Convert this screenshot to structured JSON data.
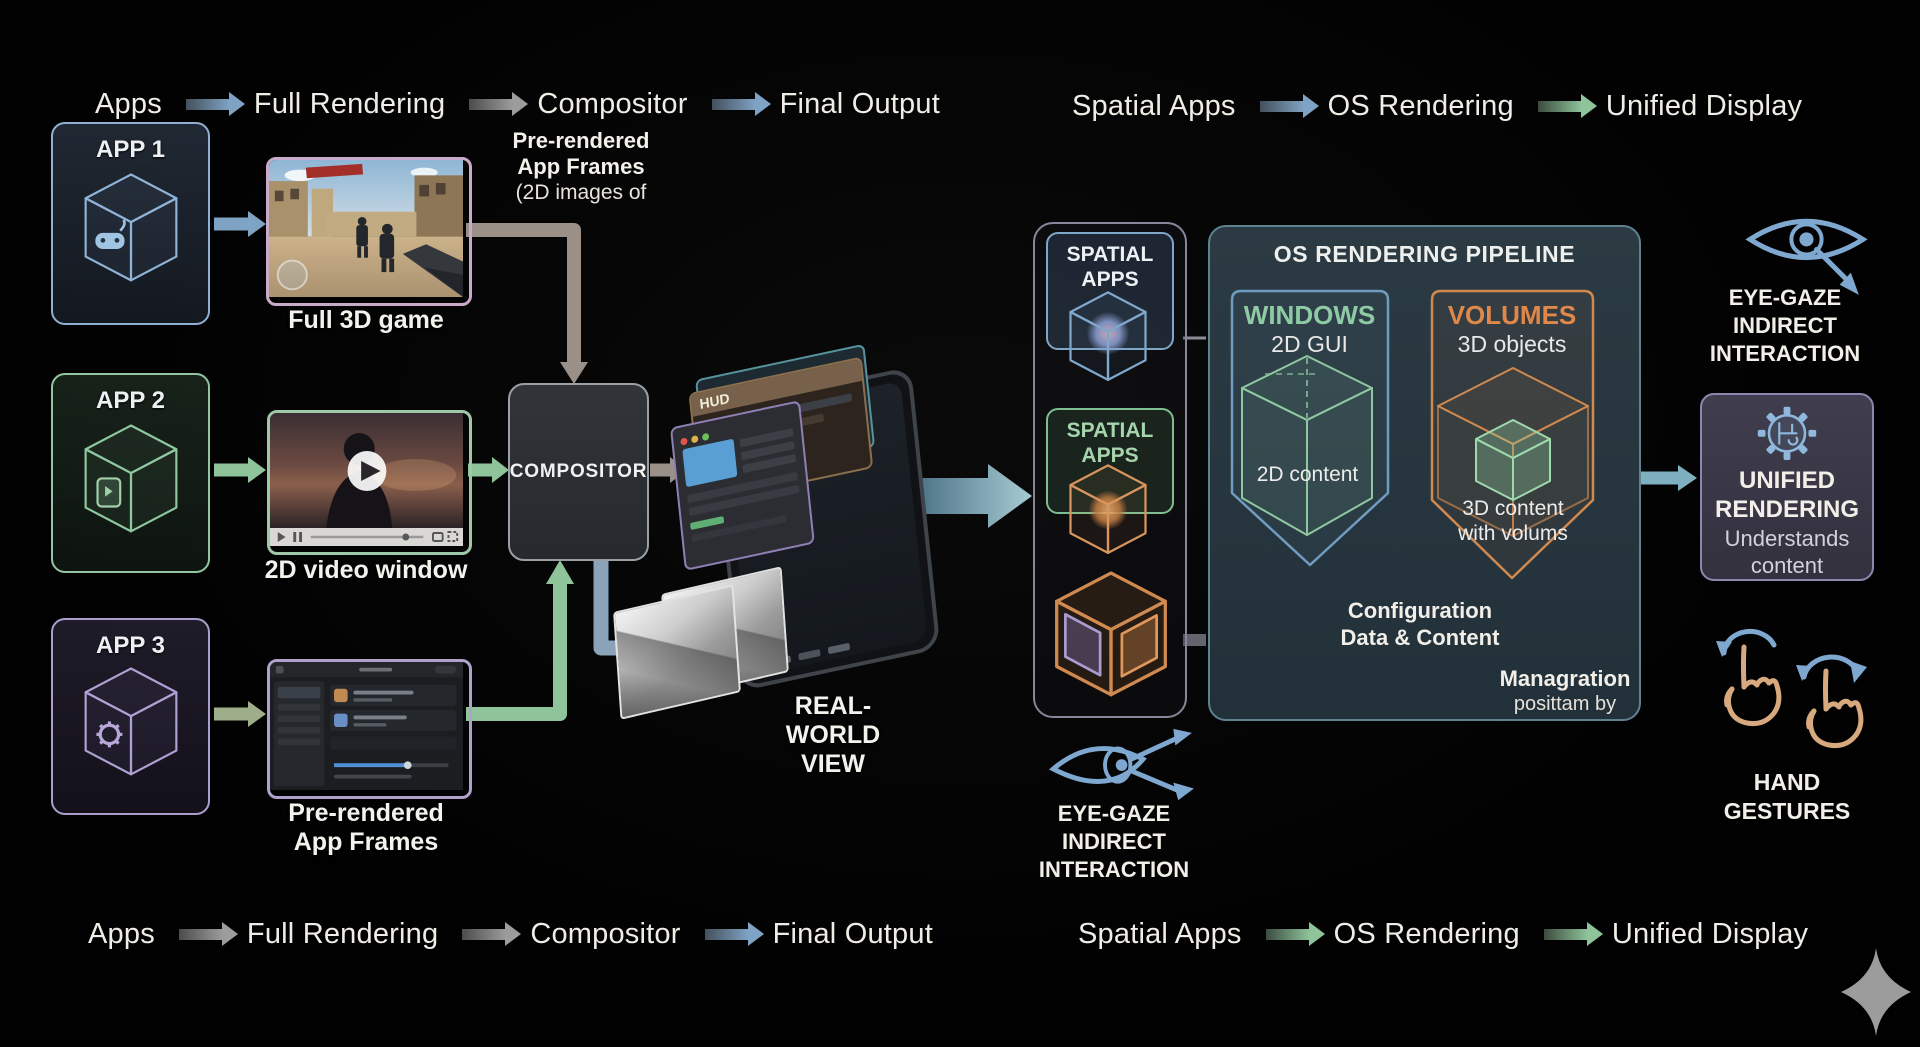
{
  "colors": {
    "background": "#010101",
    "accent_blue": "#7fa3c4",
    "accent_green": "#8fc49a",
    "accent_orange": "#d08a50",
    "accent_purple": "#a893bd",
    "accent_tan": "#c9a678",
    "text": "#efede7"
  },
  "left": {
    "header": {
      "apps": "Apps",
      "full_rendering": "Full Rendering",
      "compositor": "Compositor",
      "final_output": "Final Output"
    },
    "app1": {
      "title": "APP 1",
      "output_label": "Full 3D game"
    },
    "app2": {
      "title": "APP 2",
      "output_label": "2D video window"
    },
    "app3": {
      "title": "APP 3",
      "output_label": "Pre-rendered\nApp Frames"
    },
    "prerendered_note_bold": "Pre-rendered\nApp Frames",
    "prerendered_note_rest": "(2D images of",
    "compositor_box": "COMPOSITOR",
    "hud": "HUD",
    "real_world": "REAL-\nWORLD\nVIEW",
    "footer": {
      "apps": "Apps",
      "full_rendering": "Full Rendering",
      "compositor": "Compositor",
      "final_output": "Final Output"
    }
  },
  "right": {
    "header": {
      "spatial_apps": "Spatial Apps",
      "os_rendering": "OS Rendering",
      "unified_display": "Unified Display"
    },
    "spatial1": "SPATIAL\nAPPS",
    "spatial2": "SPATIAL\nAPPS",
    "pipeline": {
      "title": "OS RENDERING PIPELINE",
      "windows_title": "WINDOWS",
      "windows_subtitle": "2D GUI",
      "windows_content": "2D content",
      "volumes_title": "VOLUMES",
      "volumes_subtitle": "3D objects",
      "volumes_content": "3D content\nwith volums",
      "config_label": "Configuration\nData & Content",
      "manage_bold": "Managration",
      "manage_rest": "posittam by"
    },
    "eye_gaze_bottom": "EYE-GAZE\nINDIRECT\nINTERACTION",
    "eye_gaze_top": "EYE-GAZE\nINDIRECT\nINTERACTION",
    "unified_box": {
      "title": "UNIFIED\nRENDERING",
      "subtitle": "Understands\ncontent"
    },
    "hand_gestures": "HAND\nGESTURES",
    "footer": {
      "spatial_apps": "Spatial Apps",
      "os_rendering": "OS Rendering",
      "unified_display": "Unified Display"
    }
  }
}
